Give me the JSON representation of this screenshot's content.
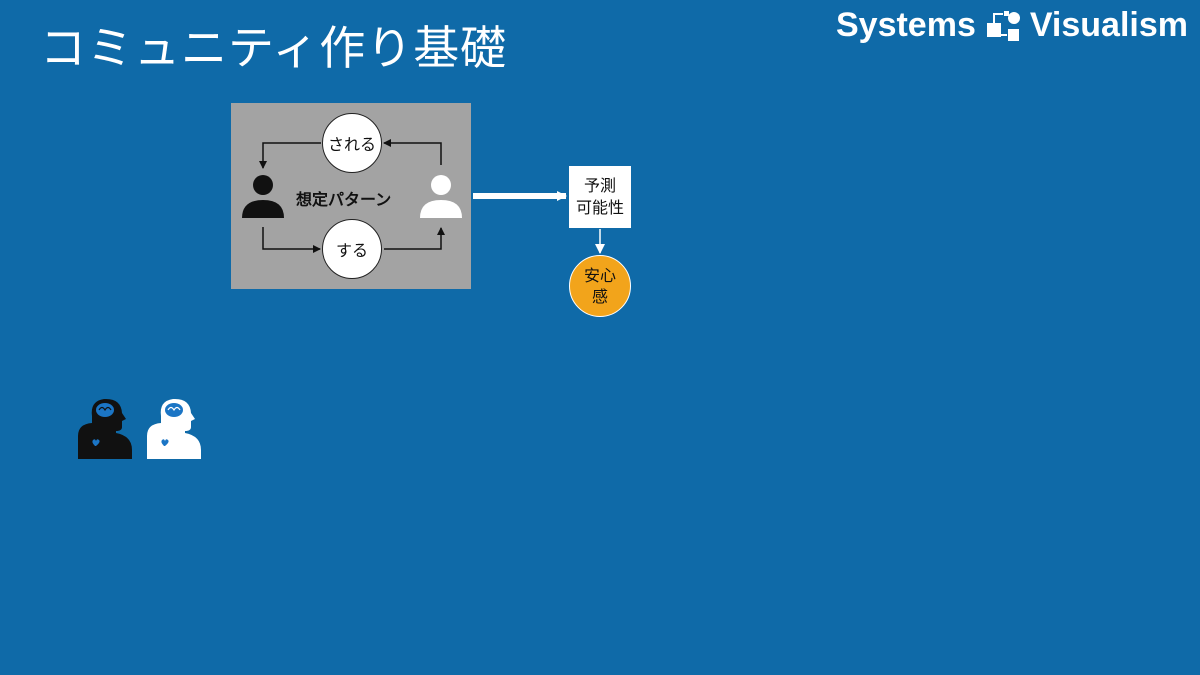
{
  "title": "コミュニティ作り基礎",
  "brand": {
    "left_word": "Systems",
    "right_word": "Visualism"
  },
  "diagram": {
    "top_circle": "される",
    "bottom_circle": "する",
    "center_label": "想定パターン",
    "prediction": [
      "予測",
      "可能性"
    ],
    "feeling": [
      "安心",
      "感"
    ]
  },
  "colors": {
    "background": "#0f6aa8",
    "panel": "#a3a3a3",
    "accent": "#f2a41b",
    "heart": "#1b75c5"
  },
  "icons": [
    "person-icon-black",
    "person-icon-white",
    "head-brain-heart-icon-black",
    "head-brain-heart-icon-white",
    "systems-visualism-logo-icon"
  ]
}
